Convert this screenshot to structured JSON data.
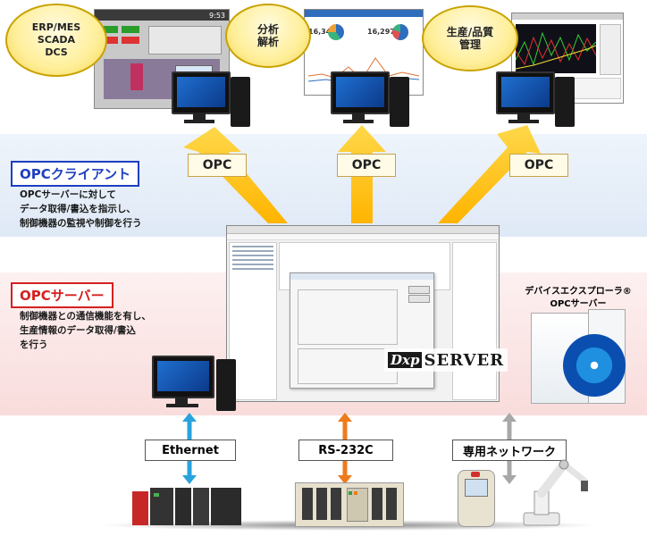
{
  "bubbles": [
    {
      "label": "ERP/MES\nSCADA\nDCS"
    },
    {
      "label": "分析\n解析"
    },
    {
      "label": "生産/品質\n管理"
    }
  ],
  "opc_labels": [
    "OPC",
    "OPC",
    "OPC"
  ],
  "client": {
    "title": "OPCクライアント",
    "desc": "OPCサーバーに対して\nデータ取得/書込を指示し、\n制御機器の監視や制御を行う",
    "color": "#1f3fbf"
  },
  "server": {
    "title": "OPCサーバー",
    "desc": "制御機器との通信機能を有し、\n生産情報のデータ取得/書込\nを行う",
    "color": "#d62020"
  },
  "product": {
    "title": "デバイスエクスプローラ®\nOPCサーバー",
    "logo_prefix": "Dxp",
    "logo_main": "SERVER"
  },
  "dashboard": {
    "val1": "16,343",
    "val2": "16,297"
  },
  "scada_time": "9:53",
  "networks": [
    {
      "label": "Ethernet",
      "color": "#29a3dc"
    },
    {
      "label": "RS-232C",
      "color": "#ee7a1a"
    },
    {
      "label": "専用ネットワーク",
      "color": "#a8a8a8"
    }
  ],
  "colors": {
    "arrow": "#ffc21a",
    "accent_blue": "#1f3fbf",
    "accent_red": "#d62020"
  }
}
